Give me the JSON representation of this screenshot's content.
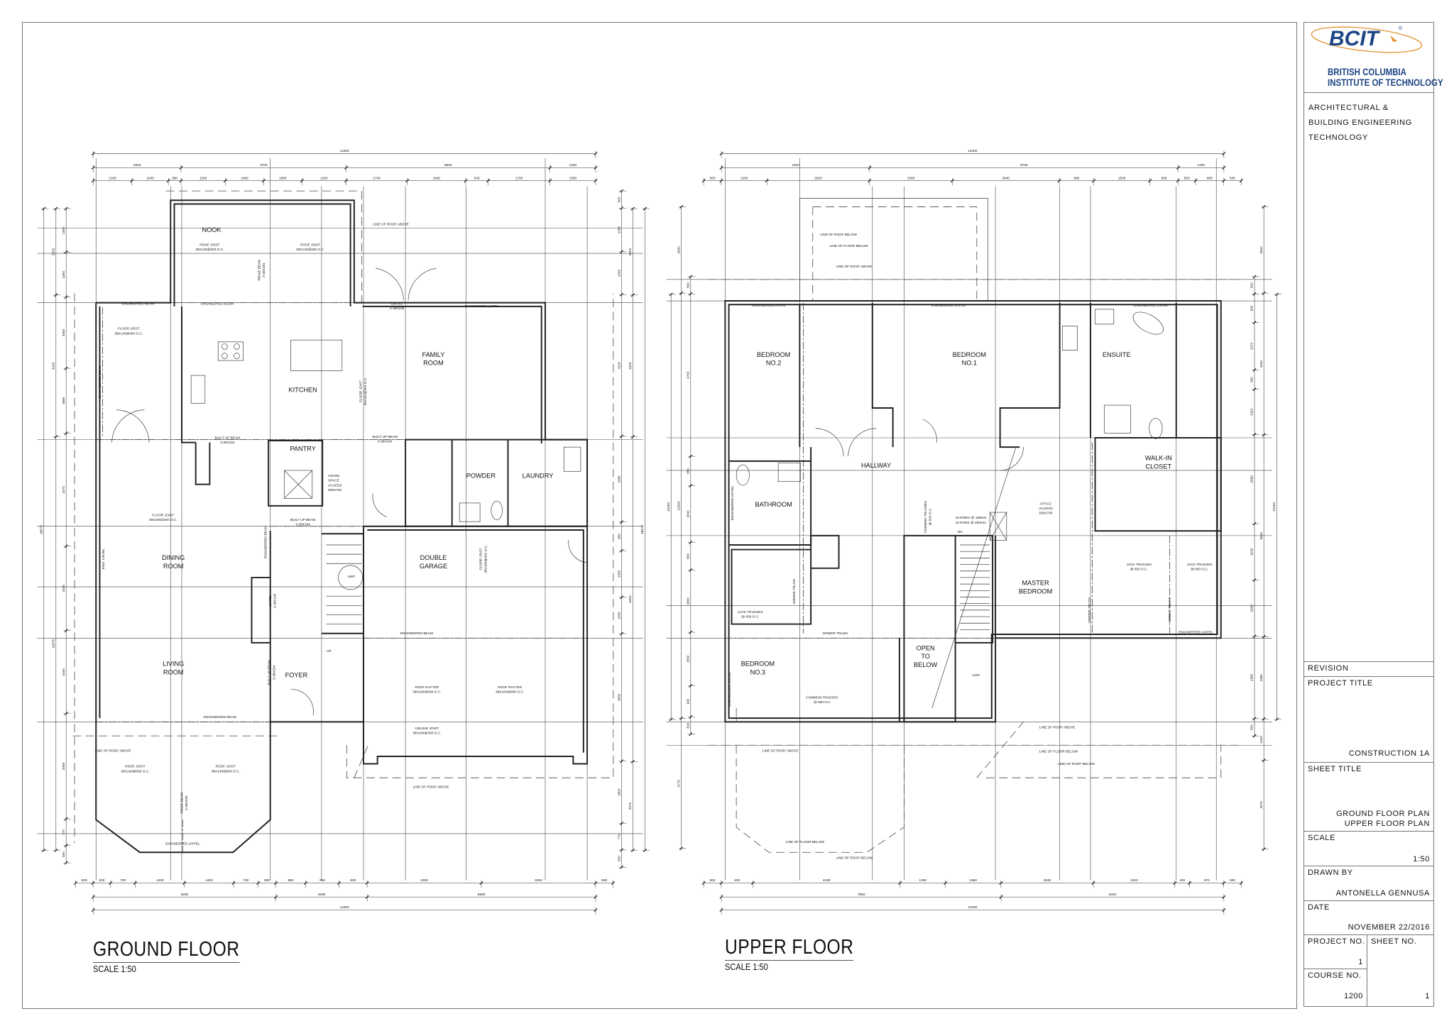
{
  "title_block": {
    "logo_text": "BCIT",
    "institution_line1": "BRITISH COLUMBIA",
    "institution_line2": "INSTITUTE OF TECHNOLOGY",
    "department_line1": "ARCHITECTURAL &",
    "department_line2": "BUILDING ENGINEERING",
    "department_line3": "TECHNOLOGY",
    "revision_label": "REVISION",
    "project_title_label": "PROJECT TITLE",
    "project_title": "CONSTRUCTION 1A",
    "sheet_title_label": "SHEET TITLE",
    "sheet_title_line1": "GROUND FLOOR PLAN",
    "sheet_title_line2": "UPPER FLOOR PLAN",
    "scale_label": "SCALE",
    "scale": "1:50",
    "drawn_by_label": "DRAWN BY",
    "drawn_by": "ANTONELLA GENNUSA",
    "date_label": "DATE",
    "date": "NOVEMBER 22/2016",
    "project_no_label": "PROJECT NO.",
    "project_no": "1",
    "sheet_no_label": "SHEET NO.",
    "sheet_no": "1",
    "course_no_label": "COURSE NO.",
    "course_no": "1200",
    "colors": {
      "logo_blue": "#1d4585",
      "logo_orange": "#e0912f"
    }
  },
  "ground_floor": {
    "title": "GROUND FLOOR",
    "scale": "SCALE 1:50",
    "rooms": [
      {
        "lines": [
          "NOOK"
        ]
      },
      {
        "lines": [
          "KITCHEN"
        ]
      },
      {
        "lines": [
          "FAMILY",
          "ROOM"
        ]
      },
      {
        "lines": [
          "PANTRY"
        ]
      },
      {
        "lines": [
          "POWDER"
        ]
      },
      {
        "lines": [
          "LAUNDRY"
        ]
      },
      {
        "lines": [
          "DINING",
          "ROOM"
        ]
      },
      {
        "lines": [
          "DOUBLE",
          "GARAGE"
        ]
      },
      {
        "lines": [
          "LIVING",
          "ROOM"
        ]
      },
      {
        "lines": [
          "FOYER"
        ]
      }
    ],
    "notes": [
      {
        "lines": [
          "LINE OF ROOF ABOVE"
        ]
      },
      {
        "lines": [
          "ROOF JOIST",
          "38X140@600 O.C."
        ]
      },
      {
        "lines": [
          "ROOF JOIST",
          "38X140@600 O.C."
        ]
      },
      {
        "lines": [
          "RIDGE BEAM",
          "3-38X184"
        ]
      },
      {
        "lines": [
          "ENGINEERED BEAM"
        ]
      },
      {
        "lines": [
          "ENGINEERED BEAM"
        ]
      },
      {
        "lines": [
          "LINTEL",
          "2-38X235"
        ]
      },
      {
        "lines": [
          "ENGINEERED LINTEL"
        ]
      },
      {
        "lines": [
          "FLOOR JOIST",
          "38X140@400 O.C."
        ]
      },
      {
        "lines": [
          "ENGINEERED BEAM"
        ]
      },
      {
        "lines": [
          "FLOOR JOIST",
          "38X184@300 O.C."
        ]
      },
      {
        "lines": [
          "BUILT UP BEAM",
          "3-38X184"
        ]
      },
      {
        "lines": [
          "BUILT UP BEAM",
          "5-38X184"
        ]
      },
      {
        "lines": [
          "CRAWL",
          "SPACE",
          "ACCESS",
          "500X700"
        ]
      },
      {
        "lines": [
          "FLOOR JOIST",
          "38X235@300 O.C."
        ]
      },
      {
        "lines": [
          "BUILT UP BEAM",
          "3-38X184"
        ]
      },
      {
        "lines": [
          "ENG. LINTEL"
        ]
      },
      {
        "lines": [
          "ENGINEERED BEAM"
        ]
      },
      {
        "lines": [
          "LINTEL",
          "2-38X140"
        ]
      },
      {
        "lines": [
          "BUILT UP BEAM",
          "3-38X184"
        ]
      },
      {
        "lines": [
          "FLOOR JOIST",
          "38X184@400 O.C."
        ]
      },
      {
        "lines": [
          "ENGINEERED BEAM"
        ]
      },
      {
        "lines": [
          "ROOF RAFTER",
          "38X184@600 O.C."
        ]
      },
      {
        "lines": [
          "ROOF RAFTER",
          "38X184@600 O.C."
        ]
      },
      {
        "lines": [
          "CIELING JOIST",
          "38X184@300 O.C."
        ]
      },
      {
        "lines": [
          "ENGINEERED BEAM"
        ]
      },
      {
        "lines": [
          "LINE OF ROOF ABOVE"
        ]
      },
      {
        "lines": [
          "ROOF JOIST",
          "38X140@600 O.C."
        ]
      },
      {
        "lines": [
          "ROOF JOIST",
          "38X140@600 O.C."
        ]
      },
      {
        "lines": [
          "RIDGE BEAM",
          "4-38X235"
        ]
      },
      {
        "lines": [
          "ENGINEERED LINTEL"
        ]
      },
      {
        "lines": [
          "LINE OF ROOF ABOVE"
        ]
      },
      {
        "lines": [
          "HWT"
        ]
      },
      {
        "lines": [
          "UP"
        ]
      }
    ],
    "dims": {
      "top_overall": [
        14300
      ],
      "top_middle": [
        2500,
        4700,
        5800,
        1300
      ],
      "top_inner": [
        1100,
        1040,
        360,
        1260,
        1090,
        1090,
        1260,
        1740,
        1660,
        640,
        1760,
        1300
      ],
      "bottom_inner": [
        500,
        500,
        700,
        1400,
        1400,
        700,
        500,
        850,
        950,
        800,
        3250,
        3250,
        500
      ],
      "bottom_middle": [
        5200,
        2600,
        6500
      ],
      "bottom_overall": [
        14300
      ],
      "left_overall": [
        18570
      ],
      "left_middle": [
        2500,
        4100,
        11970
      ],
      "left_inner": [
        1260,
        1300,
        2060,
        1880,
        3270,
        2440,
        2400,
        3050,
        770,
        500
      ],
      "right_inner": [
        500,
        1260,
        1240,
        4100,
        2480,
        830,
        1350,
        1050,
        3690,
        1800,
        770,
        500
      ],
      "right_middle": [
        2500,
        4100,
        9400,
        2570
      ],
      "right_overall": [
        18570
      ]
    }
  },
  "upper_floor": {
    "title": "UPPER FLOOR",
    "scale": "SCALE 1:50",
    "rooms": [
      {
        "lines": [
          "BEDROOM",
          "NO.2"
        ]
      },
      {
        "lines": [
          "BEDROOM",
          "NO.1"
        ]
      },
      {
        "lines": [
          "ENSUITE"
        ]
      },
      {
        "lines": [
          "WALK-IN",
          "CLOSET"
        ]
      },
      {
        "lines": [
          "HALLWAY"
        ]
      },
      {
        "lines": [
          "BATHROOM"
        ]
      },
      {
        "lines": [
          "MASTER",
          "BEDROOM"
        ]
      },
      {
        "lines": [
          "BEDROOM",
          "NO.3"
        ]
      },
      {
        "lines": [
          "OPEN",
          "TO",
          "BELOW"
        ]
      }
    ],
    "notes": [
      {
        "lines": [
          "LINE OF ROOF BELOW"
        ]
      },
      {
        "lines": [
          "LINE OF FLOOR BELOW"
        ]
      },
      {
        "lines": [
          "LINE OF ROOF ABOVE"
        ]
      },
      {
        "lines": [
          "ENGINEERED LINTEL"
        ]
      },
      {
        "lines": [
          "ENGINEERED LINTEL"
        ]
      },
      {
        "lines": [
          "ENGINEERED LINTEL"
        ]
      },
      {
        "lines": [
          "ATTICC",
          "ACCESS",
          "500X700"
        ]
      },
      {
        "lines": [
          "16 RISES @ 188mm",
          "15 RUNS @ 250mm"
        ]
      },
      {
        "lines": [
          "COMMON TRUSSES",
          "@ 600 O.C"
        ]
      },
      {
        "lines": [
          "ENGINEERED LINTEL"
        ]
      },
      {
        "lines": [
          "GIRDER TRUSS"
        ]
      },
      {
        "lines": [
          "JACK TRUSSES",
          "@ 600 O.C."
        ]
      },
      {
        "lines": [
          "GIRDER TRUSS"
        ]
      },
      {
        "lines": [
          "COMMON TRUSSES",
          "@ 600 O.C"
        ]
      },
      {
        "lines": [
          "JACK TRUSSES",
          "@ 600 O.C."
        ]
      },
      {
        "lines": [
          "JACK TRUSSES",
          "@ 600 O.C."
        ]
      },
      {
        "lines": [
          "GIRDER TRUSS"
        ]
      },
      {
        "lines": [
          "GIRDER TRUSS"
        ]
      },
      {
        "lines": [
          "ENGINEERED LINTEL"
        ]
      },
      {
        "lines": [
          "ENGINEERED LINTEL"
        ]
      },
      {
        "lines": [
          "LINE OF ROOF ABOVE"
        ]
      },
      {
        "lines": [
          "LINE OF ROOF ABOVE"
        ]
      },
      {
        "lines": [
          "LINE OF FLOOR BELOW"
        ]
      },
      {
        "lines": [
          "LINE OF ROOF BELOW"
        ]
      },
      {
        "lines": [
          "LINE OF FLOOR BELOW"
        ]
      },
      {
        "lines": [
          "LINE OF ROOF BELOW"
        ]
      },
      {
        "lines": [
          "1200"
        ]
      },
      {
        "lines": [
          "DN"
        ]
      }
    ],
    "dims": {
      "top_overall": [
        14300
      ],
      "top_middle": [
        4220,
        8780,
        1300
      ],
      "top_inner": [
        500,
        1300,
        2920,
        2360,
        3040,
        980,
        1600,
        800,
        500,
        800,
        500
      ],
      "bottom_inner": [
        500,
        900,
        4190,
        1290,
        1580,
        2630,
        2320,
        420,
        970,
        500
      ],
      "bottom_middle": [
        7960,
        6340
      ],
      "bottom_overall": [
        14300
      ],
      "left_overall": [
        12300
      ],
      "left_middle": [
        2500,
        12300,
        3770
      ],
      "left_inner": [
        500,
        4700,
        850,
        1640,
        800,
        1800,
        1550,
        900,
        500
      ],
      "right_inner": [
        500,
        830,
        1370,
        560,
        1310,
        2580,
        1630,
        1630,
        2380,
        500
      ],
      "right_middle": [
        2500,
        4100,
        5840,
        2380,
        1200,
        2570
      ],
      "right_overall": [
        12300
      ]
    }
  }
}
